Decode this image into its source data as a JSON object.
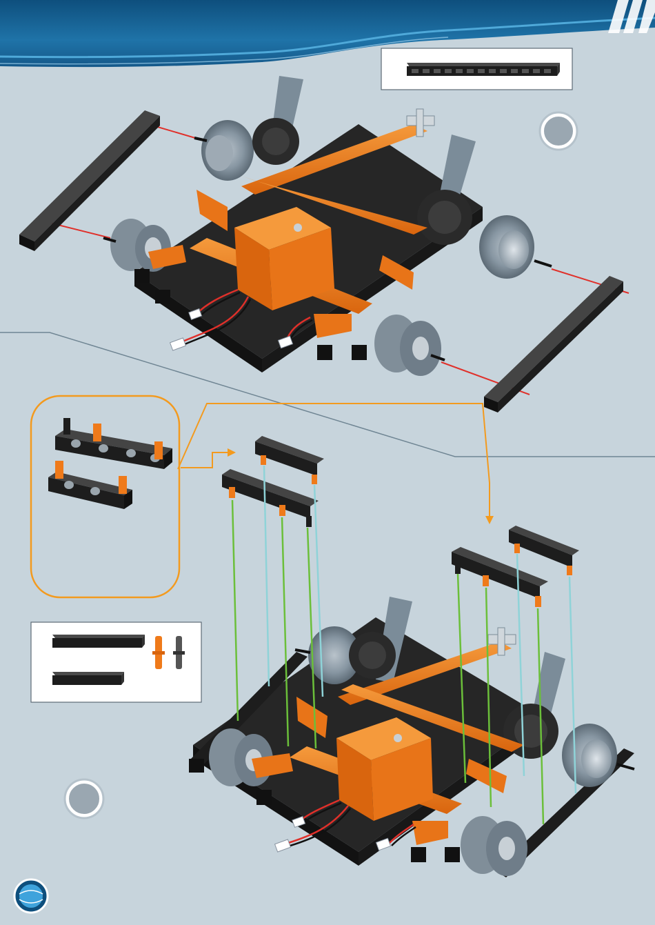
{
  "header": {
    "band_color": "#1f73a8",
    "band_highlight": "#4fa9d9",
    "stripes_color": "#ffffff"
  },
  "steps": [
    {
      "number": "",
      "parts_box": {
        "parts": [
          "beam-13"
        ]
      }
    },
    {
      "number": "",
      "parts_box": {
        "parts": [
          "beam-7",
          "beam-5",
          "pin-orange",
          "pin-black"
        ]
      }
    }
  ],
  "callout": {
    "border_color": "#f39a1e"
  },
  "colors": {
    "background": "#c7d4dc",
    "black_part": "#1d1d1d",
    "orange_part": "#ef7a1a",
    "grey_part": "#7b8c99",
    "red_axle_line": "#e0302a",
    "green_guide": "#6bbf3a",
    "cyan_guide": "#8fd3d8"
  },
  "page_number": ""
}
